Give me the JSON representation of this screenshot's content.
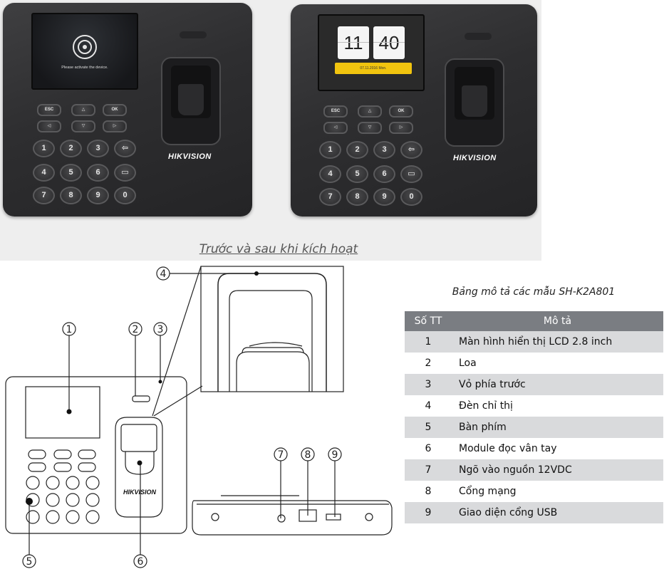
{
  "caption": "Trước và sau khi kích hoạt",
  "device_before": {
    "screen_text": "Please activate the device.",
    "brand": "HIKVISION"
  },
  "device_after": {
    "clock_hour": "11",
    "clock_minute": "40",
    "date_text": "07.11.2016 Mon.",
    "brand": "HIKVISION"
  },
  "keypad": {
    "row1": [
      "ESC",
      "△",
      "OK"
    ],
    "row2": [
      "◁",
      "▽",
      "▷"
    ],
    "digits": [
      "1",
      "2",
      "3",
      "4",
      "5",
      "6",
      "7",
      "8",
      "9",
      "0"
    ]
  },
  "diagram": {
    "callouts": [
      "1",
      "2",
      "3",
      "4",
      "5",
      "6",
      "7",
      "8",
      "9"
    ],
    "brand": "HIKVISION"
  },
  "table": {
    "title": "Bảng mô tả các mẫu SH-K2A801",
    "headers": [
      "Số TT",
      "Mô tả"
    ],
    "rows": [
      {
        "num": "1",
        "desc": "Màn hình hiển thị LCD 2.8 inch"
      },
      {
        "num": "2",
        "desc": "Loa"
      },
      {
        "num": "3",
        "desc": "Vỏ phía trước"
      },
      {
        "num": "4",
        "desc": "Đèn chỉ thị"
      },
      {
        "num": "5",
        "desc": "Bàn phím"
      },
      {
        "num": "6",
        "desc": "Module đọc vân tay"
      },
      {
        "num": "7",
        "desc": "Ngõ vào nguồn 12VDC"
      },
      {
        "num": "8",
        "desc": "Cổng mạng"
      },
      {
        "num": "9",
        "desc": "Giao diện cổng USB"
      }
    ]
  },
  "colors": {
    "table_header": "#7a7d82",
    "table_stripe": "#d9dadc",
    "device_body": "#2e2e30",
    "date_bar": "#f1c40f"
  }
}
